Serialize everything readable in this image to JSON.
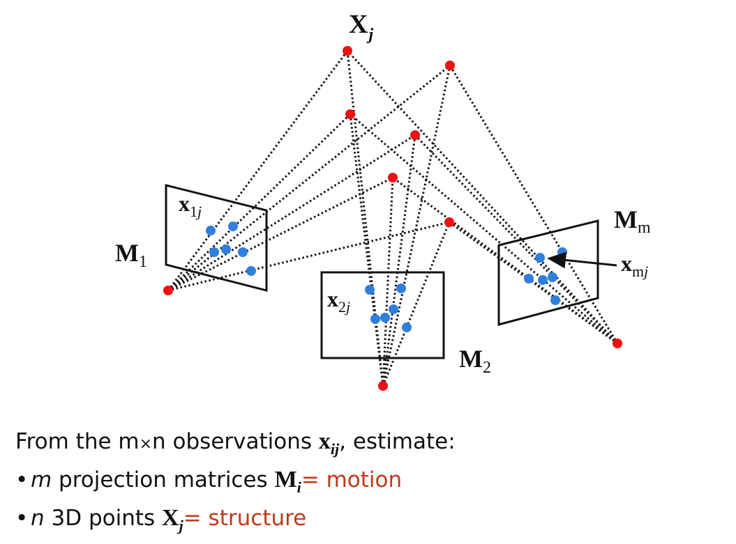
{
  "colors": {
    "world_point": "#ee1111",
    "image_point": "#2f7fdc",
    "line": "#111111",
    "accent": "#c0391b"
  },
  "labels": {
    "world_point": {
      "main": "X",
      "sub": "j"
    },
    "camera1": {
      "main": "M",
      "sub": "1"
    },
    "camera2": {
      "main": "M",
      "sub": "2"
    },
    "cameram": {
      "main": "M",
      "sub": "m"
    },
    "obs1": {
      "main": "x",
      "sub1": "1",
      "sub2": "j"
    },
    "obs2": {
      "main": "x",
      "sub1": "2",
      "sub2": "j"
    },
    "obsm": {
      "main": "x",
      "sub1": "m",
      "sub2": "j"
    }
  },
  "text": {
    "line1_prefix": "From the m",
    "line1_times": "×",
    "line1_mid": "n observations ",
    "line1_math": "x",
    "line1_sub": "ij",
    "line1_suffix": ", estimate:",
    "bullet": "•",
    "line2_var": "m",
    "line2_text": " projection matrices ",
    "line2_math": "M",
    "line2_sub": "i",
    "line2_accent": "= motion",
    "line3_var": "n",
    "line3_text": " 3D points ",
    "line3_math": "X",
    "line3_sub": "j",
    "line3_accent": "= structure"
  }
}
